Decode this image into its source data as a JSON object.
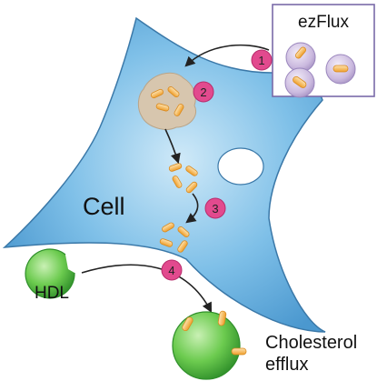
{
  "labels": {
    "box_title": "ezFlux",
    "cell": "Cell",
    "hdl": "HDL",
    "efflux_line1": "Cholesterol",
    "efflux_line2": "efflux"
  },
  "steps": [
    "1",
    "2",
    "3",
    "4"
  ],
  "colors": {
    "cell_fill": "#6ab4e2",
    "cell_stroke": "#3a78a8",
    "box_stroke": "#7a6aa8",
    "particle": "#c9b8dc",
    "cholesterol": "#f2a93a",
    "step_marker": "#e24a8e",
    "vesicle": "#d7c6ae",
    "hdl": "#56b644",
    "arrow": "#222222"
  },
  "icons": {
    "step_markers": "numbered-circle-icon",
    "cholesterol": "capsule-icon"
  }
}
